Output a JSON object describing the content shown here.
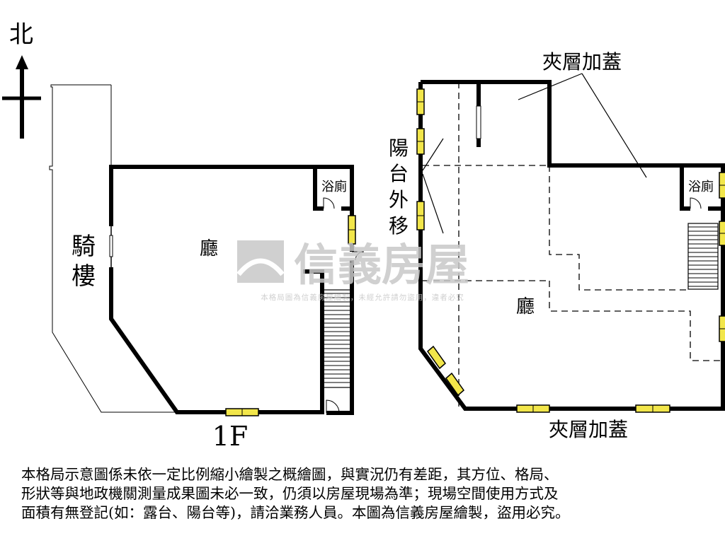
{
  "compass": {
    "label": "北"
  },
  "floor1": {
    "arcade_label_1": "騎",
    "arcade_label_2": "樓",
    "hall_label": "廳",
    "bathroom_label": "浴廁",
    "floor_label": "1F"
  },
  "mezzanine": {
    "top_label": "夾層加蓋",
    "bottom_label": "夾層加蓋",
    "balcony_label": [
      "陽",
      "台",
      "外",
      "移"
    ],
    "hall_label": "廳",
    "bathroom_label": "浴廁"
  },
  "watermark": {
    "brand": "信義房屋",
    "notice": "本格局圖為信義房屋繪製，未經允許請勿盜用，違者必究"
  },
  "disclaimer": {
    "line1": "本格局示意圖係未依一定比例縮小繪製之概繪圖，與實況仍有差距，其方位、格局、",
    "line2": "形狀等與地政機關測量成果圖未必一致，仍須以房屋現場為準；現場空間使用方式及",
    "line3": "面積有無登記(如：露台、陽台等)，請洽業務人員。本圖為信義房屋繪製，盜用必究。"
  },
  "colors": {
    "window_fill": "#f2e64a",
    "wall": "#000000",
    "watermark": "#c8c8c8"
  }
}
